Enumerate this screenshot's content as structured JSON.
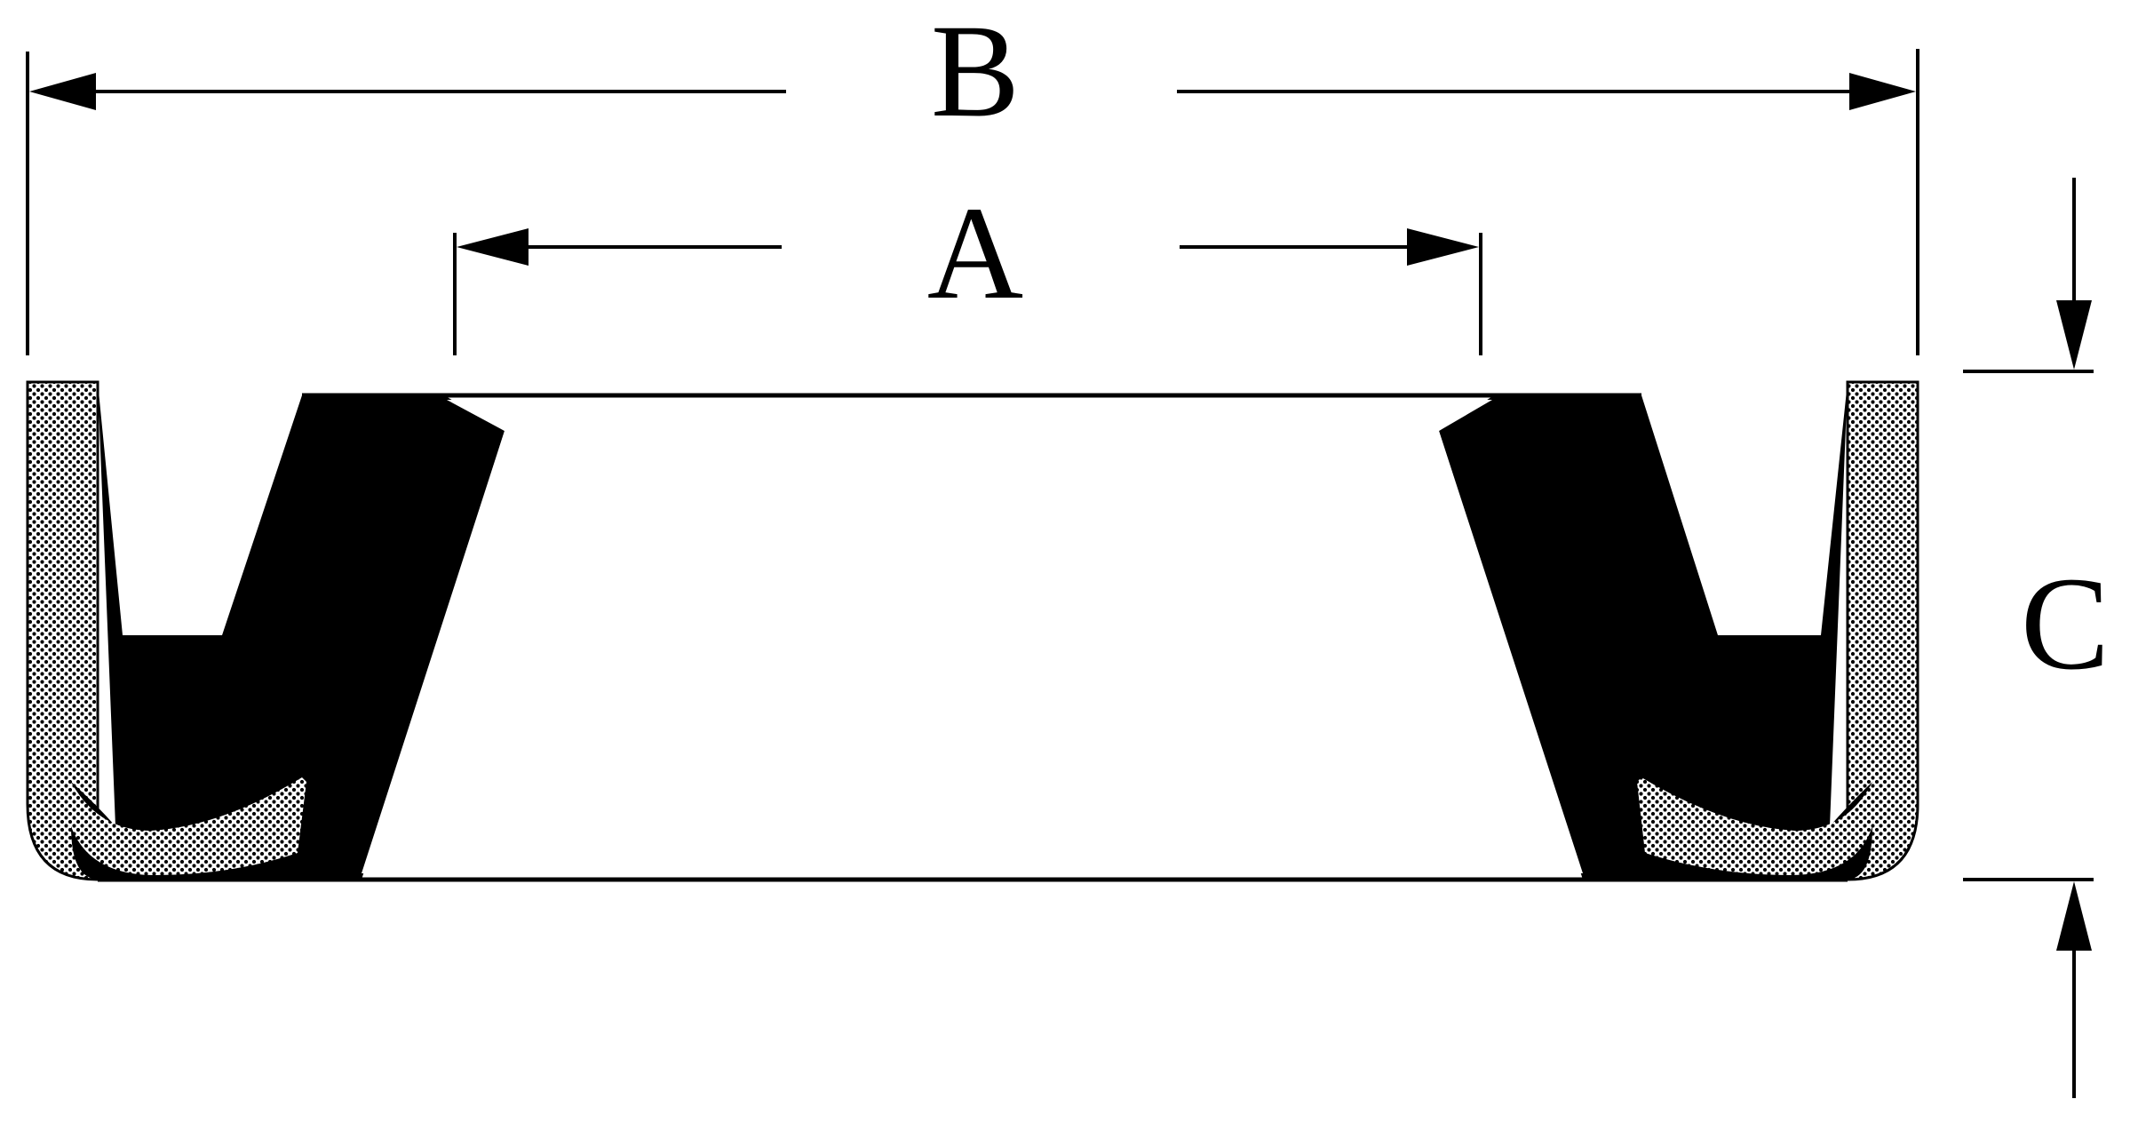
{
  "dimensions": {
    "outer_diameter_label": "B",
    "inner_diameter_label": "A",
    "height_label": "C"
  },
  "colors": {
    "ink": "#000000",
    "background": "#ffffff",
    "shading_dot": "#000000"
  }
}
